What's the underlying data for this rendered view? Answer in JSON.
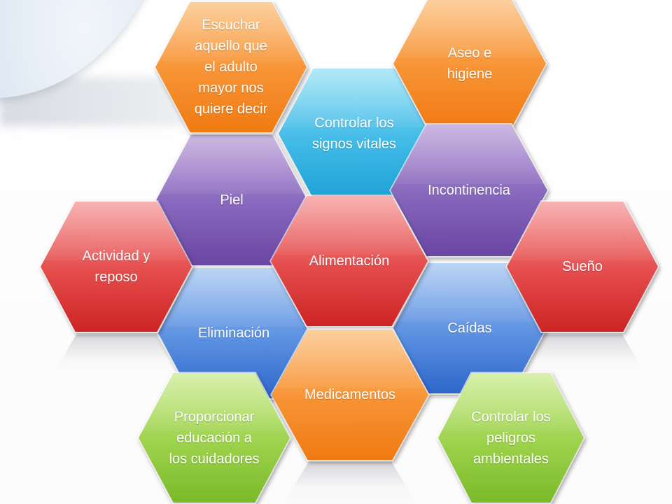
{
  "palette": {
    "orange": {
      "light": "#fbbd78",
      "mid": "#f79233",
      "dark": "#f07a12"
    },
    "cyan": {
      "light": "#95dff5",
      "mid": "#42bbe7",
      "dark": "#1ea2d6"
    },
    "purple": {
      "light": "#b89cd7",
      "mid": "#8666bc",
      "dark": "#6946a2"
    },
    "red": {
      "light": "#f59494",
      "mid": "#e44b4b",
      "dark": "#cd2323"
    },
    "blue": {
      "light": "#a0c3f1",
      "mid": "#5b90e1",
      "dark": "#2e67cb"
    },
    "green": {
      "light": "#c9ea8c",
      "mid": "#9cd24b",
      "dark": "#7aba29"
    }
  },
  "hexagons": [
    {
      "key": "signos",
      "label": "Controlar los\nsignos vitales",
      "color": "cyan"
    },
    {
      "key": "piel",
      "label": "Piel",
      "color": "purple"
    },
    {
      "key": "escuchar",
      "label": "Escuchar\naquello que\nel adulto\nmayor nos\nquiere decir",
      "color": "orange"
    },
    {
      "key": "aseo",
      "label": "Aseo e\nhigiene",
      "color": "orange"
    },
    {
      "key": "incont",
      "label": "Incontinencia",
      "color": "purple"
    },
    {
      "key": "elim",
      "label": "Eliminación",
      "color": "blue"
    },
    {
      "key": "caidas",
      "label": "Caídas",
      "color": "blue"
    },
    {
      "key": "alim",
      "label": "Alimentación",
      "color": "red"
    },
    {
      "key": "actividad",
      "label": "Actividad y\nreposo",
      "color": "red"
    },
    {
      "key": "sueno",
      "label": "Sueño",
      "color": "red"
    },
    {
      "key": "medic",
      "label": "Medicamentos",
      "color": "orange"
    },
    {
      "key": "proporc",
      "label": "Proporcionar\neducación a\nlos cuidadores",
      "color": "green"
    },
    {
      "key": "peligros",
      "label": "Controlar los\npeligros\nambientales",
      "color": "green"
    }
  ]
}
